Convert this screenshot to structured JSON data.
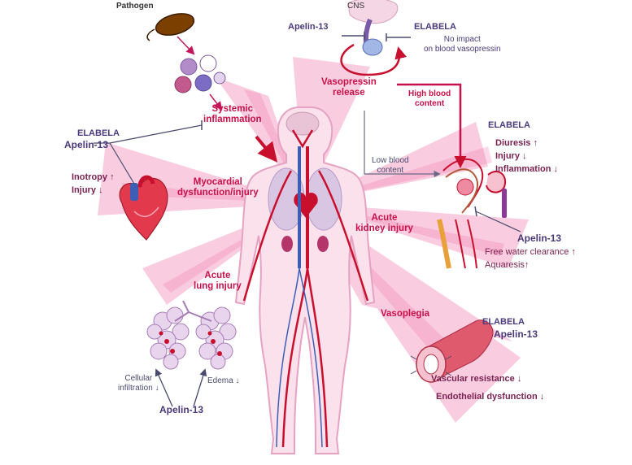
{
  "labels": {
    "pathogen": "Pathogen",
    "cns": "CNS",
    "apelin_top": "Apelin-13",
    "elabela_top": "ELABELA",
    "no_impact_1": "No impact",
    "no_impact_2": "on blood vasopressin",
    "vasopressin_1": "Vasopressin",
    "vasopressin_2": "release",
    "high_blood_1": "High blood",
    "high_blood_2": "content",
    "systemic_1": "Systemic",
    "systemic_2": "inflammation",
    "elabela_heart": "ELABELA",
    "apelin_heart": "Apelin-13",
    "inotropy": "Inotropy",
    "injury_heart": "Injury",
    "myocardial_1": "Myocardial",
    "myocardial_2": "dysfunction/injury",
    "low_blood_1": "Low blood",
    "low_blood_2": "content",
    "elabela_kidney": "ELABELA",
    "diuresis": "Diuresis",
    "injury_kidney": "Injury",
    "inflammation_kidney": "Inflammation",
    "aki_1": "Acute",
    "aki_2": "kidney injury",
    "apelin_kidney": "Apelin-13",
    "free_water": "Free water clearance",
    "aquaresis": "Aquaresis",
    "ali_1": "Acute",
    "ali_2": "lung injury",
    "vasoplegia": "Vasoplegia",
    "elabela_vessel": "ELABELA",
    "apelin_vessel": "Apelin-13",
    "vascular_resistance": "Vascular resistance",
    "endothelial": "Endothelial dysfunction",
    "cellular_1": "Cellular",
    "cellular_2": "infiltration",
    "edema": "Edema",
    "apelin_lung": "Apelin-13",
    "arrow_up": "↑",
    "arrow_down": "↓"
  },
  "colors": {
    "crimson": "#c8104a",
    "body_fill": "#fbe1ec",
    "vessel": "#c8102e",
    "purple": "#4a3a7a",
    "plum": "#7a2352",
    "ray": "#f49cc1"
  }
}
